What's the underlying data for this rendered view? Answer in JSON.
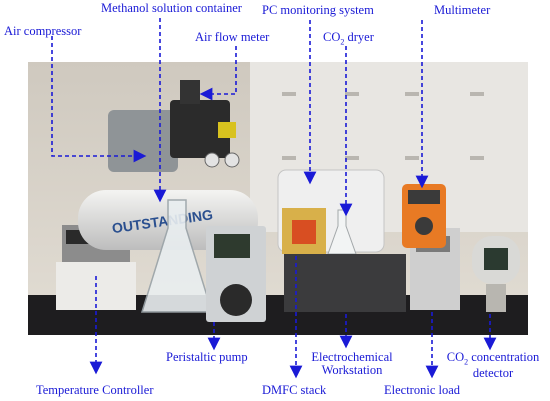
{
  "labels": {
    "methanol": "Methanol solution container",
    "pc": "PC monitoring system",
    "multimeter": "Multimeter",
    "air_compressor": "Air compressor",
    "air_flow": "Air flow meter",
    "co2_dryer_pre": "CO",
    "co2_dryer_sub": "2",
    "co2_dryer_post": " dryer",
    "peristaltic": "Peristaltic pump",
    "electrochem_1": "Electrochemical",
    "electrochem_2": "Workstation",
    "co2_det_pre": "CO",
    "co2_det_sub": "2",
    "co2_det_post": " concentration",
    "co2_det_2": "detector",
    "temperature": "Temperature Controller",
    "dmfc": "DMFC stack",
    "eload": "Electronic load"
  },
  "device_text": {
    "compressor_brand": "OUTSTANDING"
  },
  "colors": {
    "label": "#1a1ad6",
    "arrow": "#1a1ad6",
    "wall": "#d8d2c8",
    "bench": "#1e1d1f"
  }
}
